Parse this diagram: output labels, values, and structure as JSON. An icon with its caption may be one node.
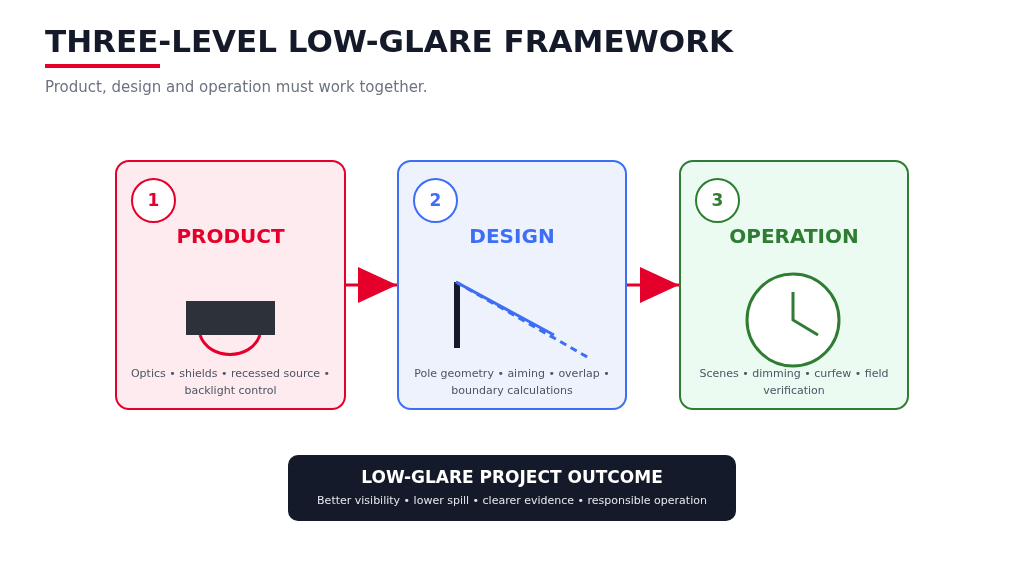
{
  "diagram": {
    "title": "THREE-LEVEL LOW-GLARE FRAMEWORK",
    "nodes": [
      {
        "text": [
          "PRODUCT",
          "Optics • shields • recessed source • backlight control"
        ]
      },
      {
        "text": [
          "1"
        ],
        "in": 0
      },
      {
        "text": [
          "DESIGN",
          "Pole geometry • aiming • overlap • boundary calculations"
        ]
      },
      {
        "text": [
          "2"
        ],
        "in": 2
      },
      {
        "text": [
          "OPERATION",
          "Scenes • dimming • curfew • field verification"
        ]
      },
      {
        "text": [
          "3"
        ],
        "in": 4
      },
      {
        "text": [
          "LOW-GLARE PROJECT OUTCOME",
          "Better visibility • lower spill • clearer evidence • responsible operation"
        ]
      }
    ],
    "edges": [
      {
        "from": 0,
        "to": 2,
        "arrow": "to"
      },
      {
        "from": 2,
        "to": 4,
        "arrow": "to"
      }
    ],
    "labels": [
      "Product, design and operation must work together."
    ]
  }
}
